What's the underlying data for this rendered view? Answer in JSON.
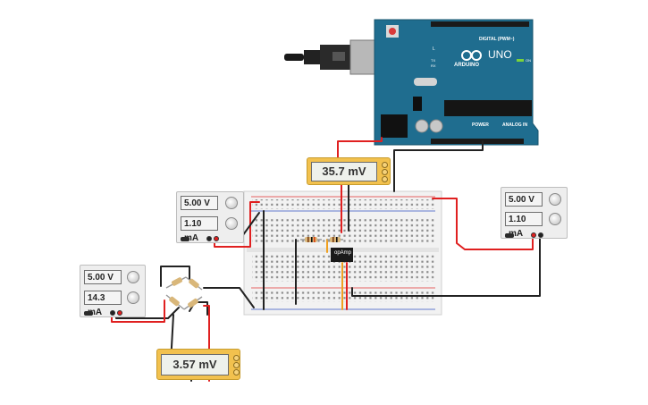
{
  "meters": {
    "top": {
      "reading": "35.7 mV"
    },
    "bottom": {
      "reading": "3.57 mV"
    }
  },
  "supplies": {
    "left_top": {
      "voltage": "5.00 V",
      "current": "1.10 mA"
    },
    "right": {
      "voltage": "5.00 V",
      "current": "1.10 mA"
    },
    "left_bottom": {
      "voltage": "5.00 V",
      "current": "14.3 mA"
    }
  },
  "arduino": {
    "brand": "ARDUINO",
    "model": "UNO",
    "digital_label": "DIGITAL (PWM~)",
    "power_label": "POWER",
    "analog_label": "ANALOG IN",
    "led_l": "L",
    "led_tx": "TX",
    "led_rx": "RX",
    "on_label": "ON"
  },
  "opamp": {
    "label": "opAmp"
  },
  "colors": {
    "arduino_board": "#1f6d8f",
    "wire_red": "#e02020",
    "wire_black": "#222222",
    "wire_orange": "#f0a020",
    "meter_body": "#f2c14e",
    "breadboard": "#f2f2f2"
  }
}
